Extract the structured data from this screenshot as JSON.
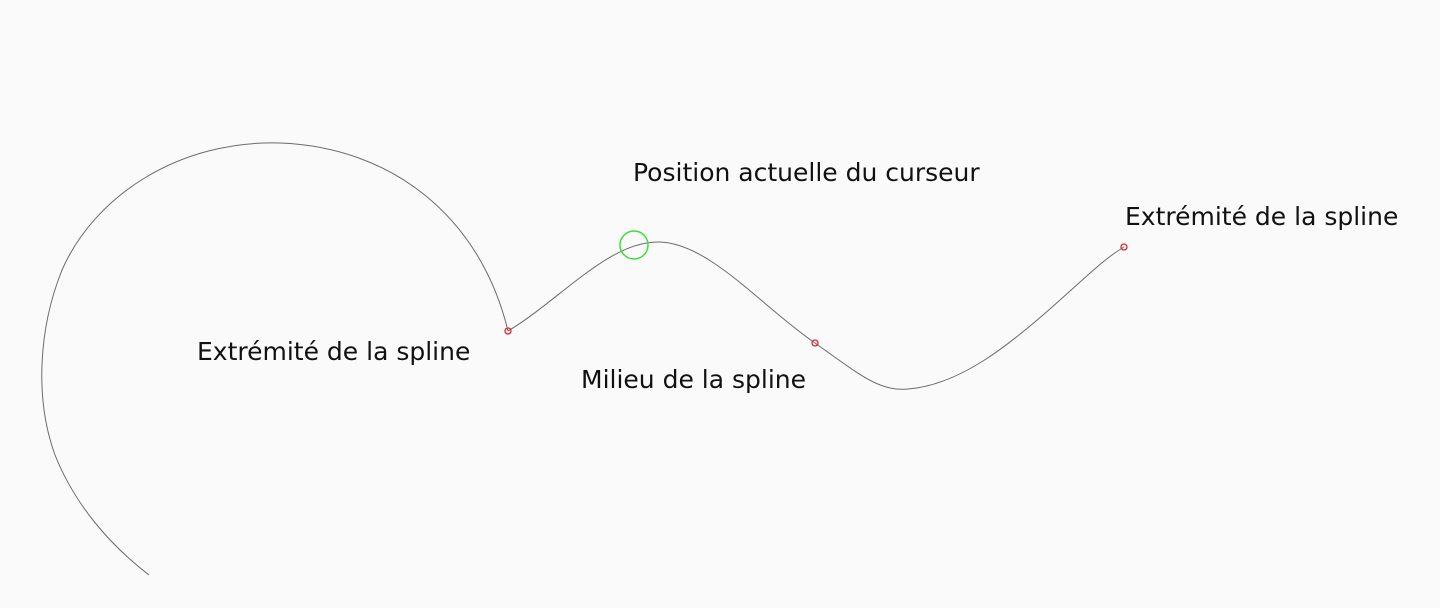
{
  "labels": {
    "cursor_position": "Position actuelle du curseur",
    "spline_end_right": "Extrémité de la spline",
    "spline_end_left": "Extrémité de la spline",
    "spline_middle": "Milieu de la spline"
  },
  "colors": {
    "background": "#fafafa",
    "curve": "#6b6b6b",
    "control_point": "#e0262b",
    "cursor_marker": "#3ae03a",
    "text": "#111111"
  }
}
